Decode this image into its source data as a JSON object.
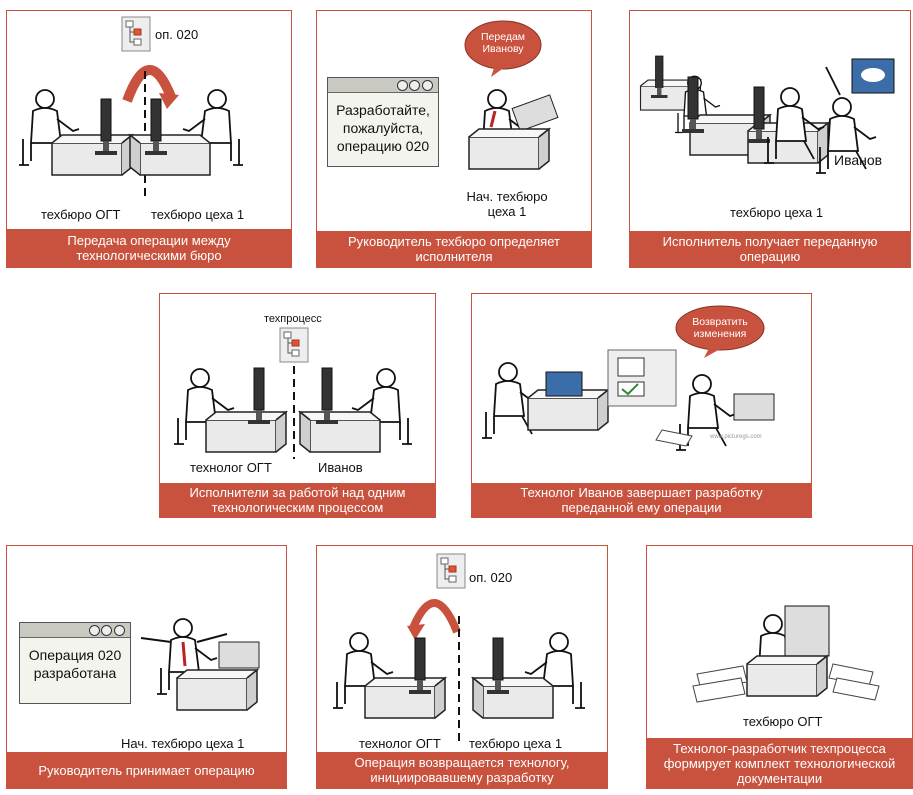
{
  "panels": [
    {
      "caption": "Передача операции между\nтехнологическими бюро",
      "labels": [
        "техбюро ОГТ",
        "техбюро цеха 1"
      ],
      "doc_label": "оп. 020"
    },
    {
      "caption": "Руководитель техбюро определяет\nисполнителя",
      "window_text": "Разработайте,\nпожалуйста,\nоперацию 020",
      "bubble": "Передам\nИванову",
      "labels": [
        "Нач. техбюро\nцеха 1"
      ]
    },
    {
      "caption": "Исполнитель получает переданную\nоперацию",
      "labels": [
        "Иванов",
        "техбюро цеха 1"
      ]
    },
    {
      "caption": "Исполнители за работой над одним\nтехнологическим процессом",
      "doc_label": "техпроцесс",
      "labels": [
        "технолог ОГТ",
        "Иванов"
      ]
    },
    {
      "caption": "Технолог Иванов завершает разработку\nпереданной ему операции",
      "bubble": "Возвратить\nизменения",
      "watermark": "www.picturegs.com"
    },
    {
      "caption": "Руководитель принимает операцию",
      "window_text": "Операция 020\nразработана",
      "labels": [
        "Нач. техбюро цеха 1"
      ]
    },
    {
      "caption": "Операция возвращается технологу,\nинициировавшему разработку",
      "doc_label": "оп. 020",
      "labels": [
        "технолог ОГТ",
        "техбюро цеха 1"
      ]
    },
    {
      "caption": "Технолог-разработчик техпроцесса\nформирует комплект технологической\nдокументации",
      "labels": [
        "техбюро ОГТ"
      ]
    }
  ],
  "colors": {
    "caption_bg": "#c9523e",
    "bubble_bg": "#c9523e",
    "doc_mark": "#e0562b"
  }
}
